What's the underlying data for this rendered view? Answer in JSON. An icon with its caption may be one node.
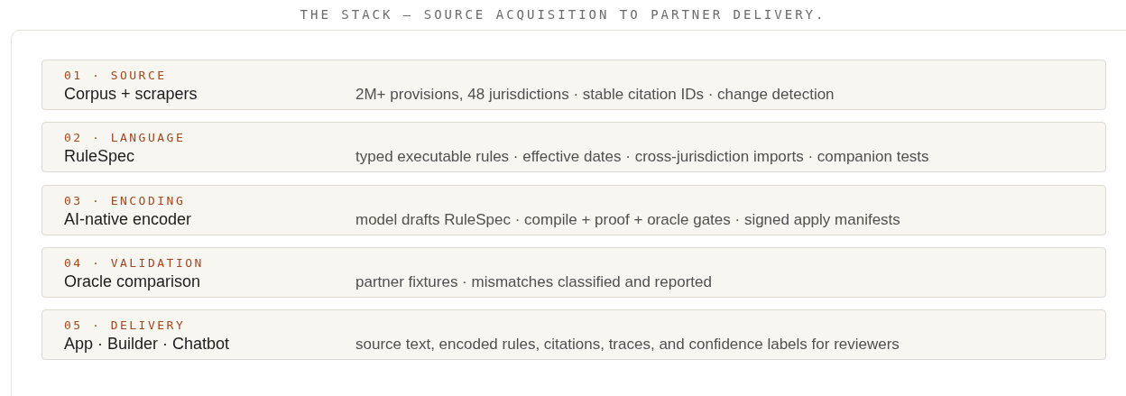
{
  "diagram": {
    "title": "THE STACK — SOURCE ACQUISITION TO PARTNER DELIVERY.",
    "nodes": [
      {
        "text": [
          "01 · SOURCE",
          "Corpus + scrapers",
          "2M+ provisions, 48 jurisdictions · stable citation IDs · change detection"
        ]
      },
      {
        "text": [
          "02 · LANGUAGE",
          "RuleSpec",
          "typed executable rules · effective dates · cross-jurisdiction imports · companion tests"
        ]
      },
      {
        "text": [
          "03 · ENCODING",
          "AI-native encoder",
          "model drafts RuleSpec · compile + proof + oracle gates · signed apply manifests"
        ]
      },
      {
        "text": [
          "04 · VALIDATION",
          "Oracle comparison",
          "partner fixtures · mismatches classified and reported"
        ]
      },
      {
        "text": [
          "05 · DELIVERY",
          "App · Builder · Chatbot",
          "source text, encoded rules, citations, traces, and confidence labels for reviewers"
        ]
      }
    ],
    "edges": []
  }
}
